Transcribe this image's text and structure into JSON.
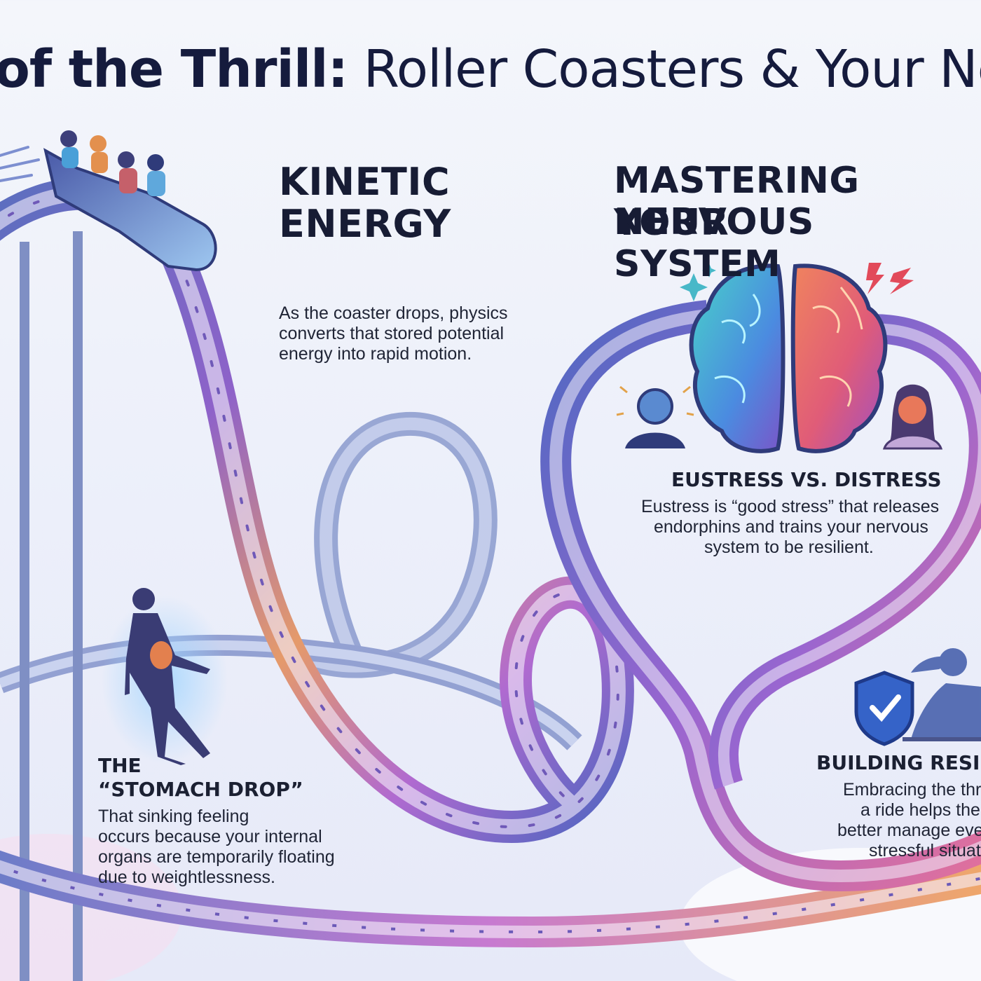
{
  "title": {
    "bold_part": "of the Thrill:",
    "regular_part": " Roller Coasters & Your Ne"
  },
  "kinetic": {
    "heading_line1": "KINETIC",
    "heading_line2": "ENERGY",
    "body_line1": "As the coaster drops, physics",
    "body_line2": "converts that stored potential",
    "body_line3": "energy into rapid motion."
  },
  "mastering": {
    "heading_line1": "MASTERING YOUR",
    "heading_line2": "NERVOUS SYSTEM"
  },
  "eustress": {
    "heading": "EUSTRESS VS. DISTRESS",
    "body_line1": "Eustress is “good stress” that releases",
    "body_line2": "endorphins and trains your nervous",
    "body_line3": "system to be resilient."
  },
  "stomach": {
    "heading_line1": "THE",
    "heading_line2": "“STOMACH DROP”",
    "body_line1": "That sinking feeling",
    "body_line2": "occurs because your internal",
    "body_line3": "organs are temporarily floating",
    "body_line4": "due to weightlessness."
  },
  "resilience": {
    "heading": "BUILDING RESILIE",
    "body_line1": "Embracing the thri",
    "body_line2": "a ride helps the",
    "body_line3": "better manage eve",
    "body_line4": "stressful situat"
  },
  "icons": [
    "roller-coaster-car-icon",
    "brain-icon",
    "calm-person-icon",
    "stressed-person-icon",
    "sparkle-icon",
    "lightning-icon",
    "body-organs-icon",
    "shield-check-icon",
    "runner-silhouette-icon"
  ],
  "colors": {
    "title": "#151b3d",
    "track_blue": "#5a6fc0",
    "track_purple": "#8c5fc8",
    "track_orange": "#f0a060",
    "brain_left": "#3fc0c8",
    "brain_right": "#e8606a",
    "shield": "#3563c8"
  }
}
